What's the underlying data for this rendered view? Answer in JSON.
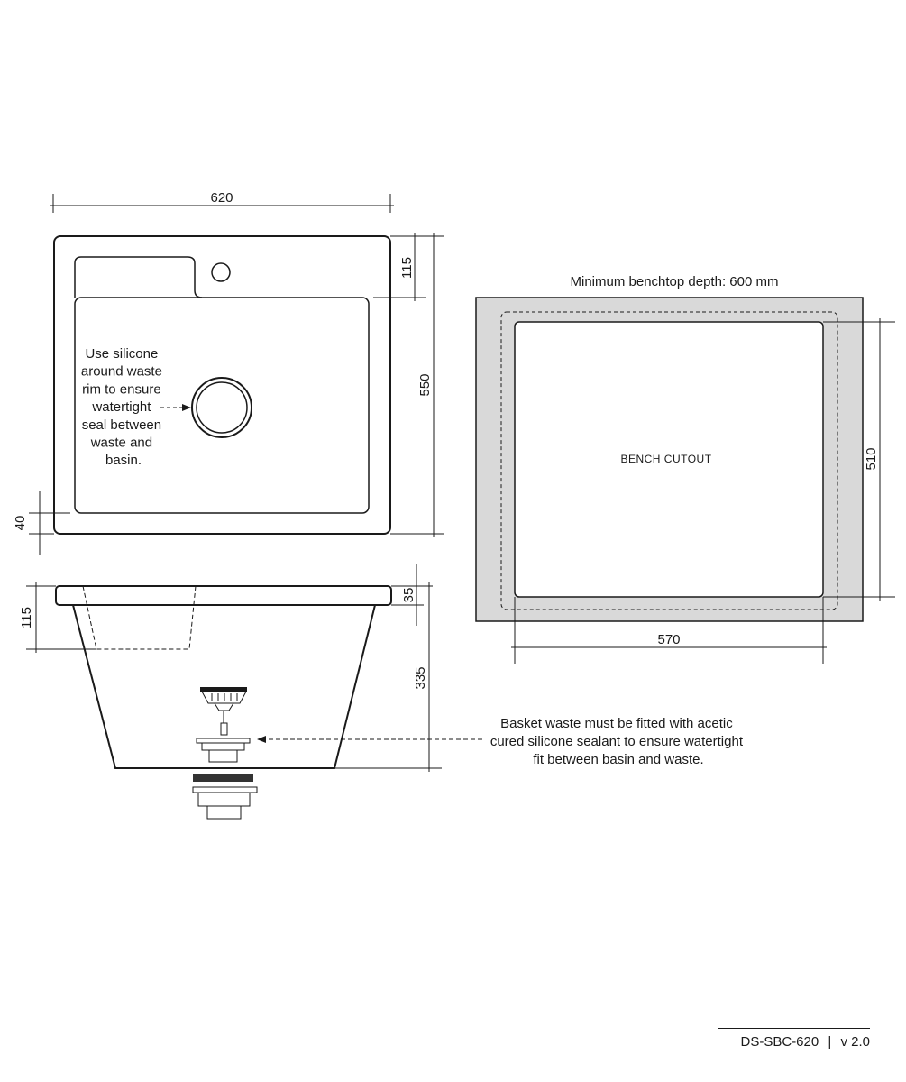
{
  "top_view": {
    "width_dim": "620",
    "depth_dim": "550",
    "deck_dim": "115",
    "rim_dim": "40",
    "note_lines": [
      "Use silicone",
      "around waste",
      "rim to ensure",
      "watertight",
      "seal between",
      "waste and",
      "basin."
    ]
  },
  "side_view": {
    "bowl_depth_dim": "115",
    "rim_thickness_dim": "35",
    "total_height_dim": "335",
    "note_lines": [
      "Basket waste must be fitted with acetic",
      "cured silicone sealant to ensure watertight",
      "fit between basin and waste."
    ]
  },
  "cutout_view": {
    "benchtop_note": "Minimum benchtop depth: 600 mm",
    "cutout_label": "BENCH CUTOUT",
    "width_dim": "570",
    "depth_dim": "510",
    "colors": {
      "bench_fill": "#d9d9d9",
      "cutout_fill": "#ffffff"
    }
  },
  "footer": {
    "code": "DS-SBC-620",
    "separator": "|",
    "version": "v 2.0"
  }
}
